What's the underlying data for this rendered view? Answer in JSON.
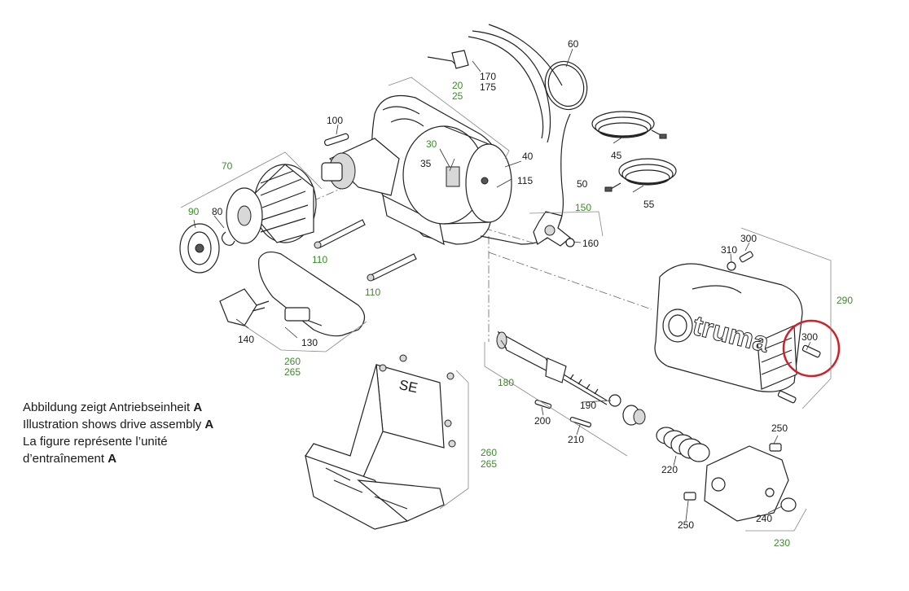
{
  "caption": {
    "line1_text": "Abbildung zeigt Antriebseinheit ",
    "line1_bold": "A",
    "line2_text": "Illustration shows drive assembly ",
    "line2_bold": "A",
    "line3_text": "La figure représente l’unité",
    "line4_text": "d’entraînement ",
    "line4_bold": "A"
  },
  "brand": {
    "text": "truma"
  },
  "mounting_plate": {
    "text": "SE"
  },
  "labels": {
    "l20": "20",
    "l25": "25",
    "l30": "30",
    "l35": "35",
    "l40": "40",
    "l45": "45",
    "l50": "50",
    "l55": "55",
    "l60": "60",
    "l70": "70",
    "l80": "80",
    "l90": "90",
    "l100": "100",
    "l110a": "110",
    "l110b": "110",
    "l115": "115",
    "l130": "130",
    "l140": "140",
    "l150": "150",
    "l160": "160",
    "l170": "170",
    "l175": "175",
    "l180": "180",
    "l190": "190",
    "l200": "200",
    "l210": "210",
    "l220": "220",
    "l230": "230",
    "l240": "240",
    "l250a": "250",
    "l250b": "250",
    "l260a": "260",
    "l265a": "265",
    "l260b": "260",
    "l265b": "265",
    "l290": "290",
    "l300a": "300",
    "l300b": "300",
    "l310": "310"
  },
  "colors": {
    "label_black": "#1a1a1a",
    "label_green": "#3d8a2a",
    "highlight_red": "#d0202a"
  }
}
